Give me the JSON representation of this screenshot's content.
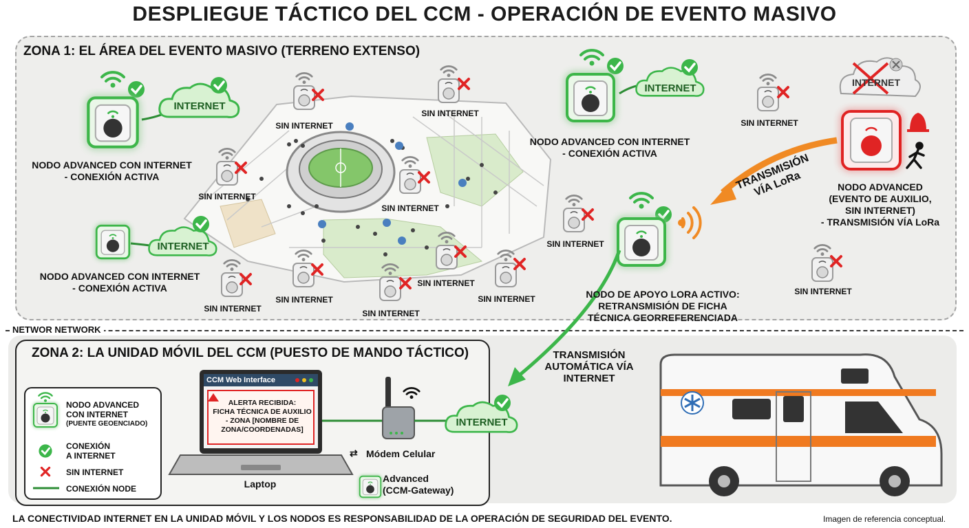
{
  "title": "DESPLIEGUE TÁCTICO DEL CCM - OPERACIÓN DE EVENTO MASIVO",
  "zone1": {
    "label": "ZONA 1: EL ÁREA DEL EVENTO MASIVO (TERRENO EXTENSO)",
    "internet": "INTERNET",
    "no_internet": "SIN INTERNET",
    "node_adv_line1": "NODO ADVANCED CON INTERNET",
    "node_adv_line2": "- CONEXIÓN ACTIVA",
    "alert_node_line1": "NODO ADVANCED",
    "alert_node_line2": "(EVENTO DE AUXILIO,",
    "alert_node_line3": "SIN INTERNET)",
    "alert_node_line4": "- TRANSMISIÓN VÍA LoRa",
    "lora_tx_line1": "TRANSMISIÓN",
    "lora_tx_line2": "VÍA LoRa",
    "support_line1": "NODO DE APOYO LORA ACTIVO:",
    "support_line2": "RETRANSMISIÓN DE FICHA",
    "support_line3": "TÉCNICA GEORREFERENCIADA"
  },
  "network_label": "NETWOR NETWORK",
  "zone2": {
    "label": "ZONA 2: LA UNIDAD MÓVIL DEL CCM (PUESTO DE MANDO TÁCTICO)",
    "auto_tx_line1": "TRANSMISIÓN",
    "auto_tx_line2": "AUTOMÁTICA VÍA",
    "auto_tx_line3": "INTERNET",
    "internet": "INTERNET",
    "laptop_title": "CCM Web Interface",
    "alert_line1": "ALERTA RECIBIDA:",
    "alert_line2": "FICHA TÉCNICA DE AUXILIO",
    "alert_line3": "- ZONA [NOMBRE DE",
    "alert_line4": "ZONA/COORDENADAS]",
    "laptop_label": "Laptop",
    "modem_label": "Módem Celular",
    "gateway_line1": "Advanced",
    "gateway_line2": "(CCM-Gateway)"
  },
  "legend": {
    "node_line1": "NODO ADVANCED",
    "node_line2": "CON INTERNET",
    "node_line3": "(PUENTE GEOENCIADO)",
    "conn_line1": "CONEXIÓN",
    "conn_line2": "A INTERNET",
    "no_internet": "SIN INTERNET",
    "node_conn": "CONEXIÓN NODE"
  },
  "footer": "LA CONECTIVIDAD INTERNET EN LA UNIDAD MÓVIL Y LOS NODOS ES RESPONSABILIDAD DE LA OPERACIÓN DE SEGURIDAD DEL EVENTO.",
  "footer_note": "Imagen de referencia conceptual.",
  "colors": {
    "green": "#3cb64a",
    "red": "#e02424",
    "orange": "#f08a24",
    "dark": "#1a1a1a"
  }
}
